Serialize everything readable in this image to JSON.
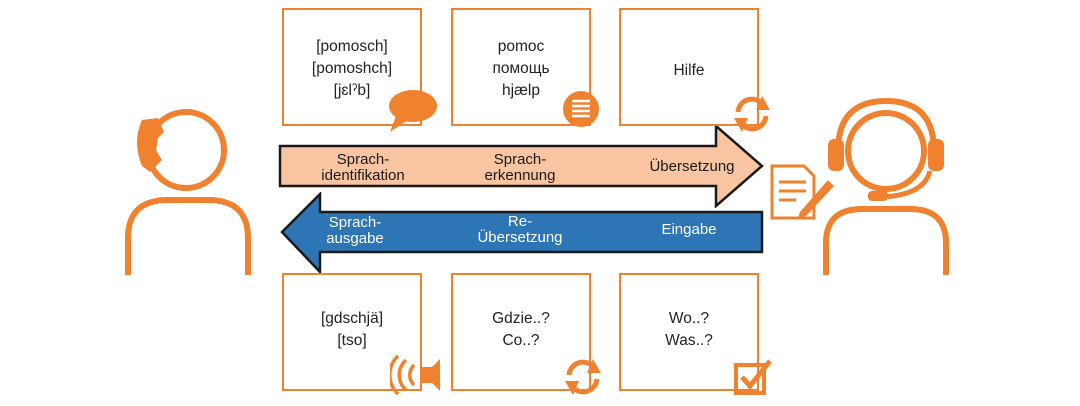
{
  "top_boxes": [
    {
      "lines": [
        "[pomosch]",
        "[pomoshch]",
        "[jɛlˀb]"
      ],
      "icon": "speech-bubble-icon"
    },
    {
      "lines": [
        "pomoc",
        "помощь",
        "hjælp"
      ],
      "icon": "list-document-icon"
    },
    {
      "lines": [
        "Hilfe"
      ],
      "icon": "refresh-icon"
    }
  ],
  "bottom_boxes": [
    {
      "lines": [
        "[gdschjä]",
        "[tso]"
      ],
      "icon": "speaker-icon"
    },
    {
      "lines": [
        "Gdzie..?",
        "Co..?"
      ],
      "icon": "refresh-icon"
    },
    {
      "lines": [
        "Wo..?",
        "Was..?"
      ],
      "icon": "checkbox-icon"
    }
  ],
  "forward_arrow": {
    "labels": [
      [
        "Sprach-",
        "identifikation"
      ],
      [
        "Sprach-",
        "erkennung"
      ],
      [
        "Übersetzung"
      ]
    ],
    "color": "#F8C4A2"
  },
  "backward_arrow": {
    "labels": [
      [
        "Sprach-",
        "ausgabe"
      ],
      [
        "Re-",
        "Übersetzung"
      ],
      [
        "Eingabe"
      ]
    ],
    "color": "#2E75B6"
  },
  "accent_color": "#F0812F",
  "icons": [
    "caller-person-icon",
    "agent-headset-icon",
    "document-pen-icon"
  ]
}
